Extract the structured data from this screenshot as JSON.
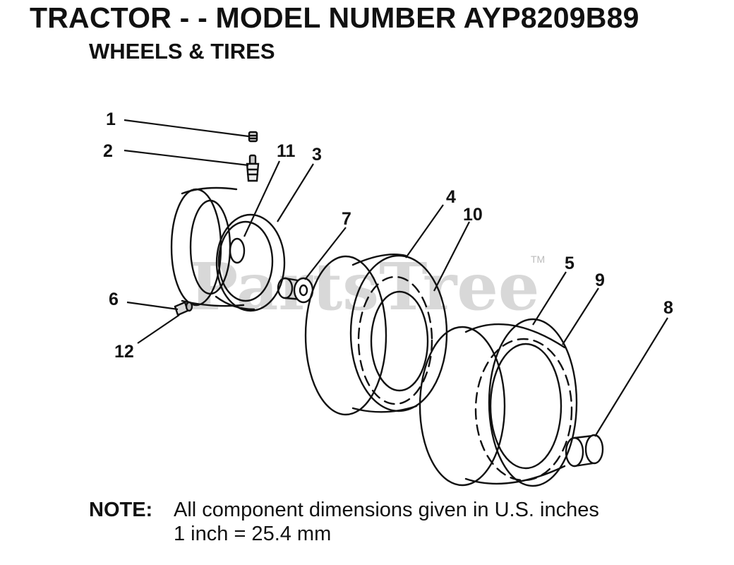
{
  "header": {
    "title": "TRACTOR - - MODEL NUMBER AYP8209B89",
    "subtitle": "WHEELS & TIRES"
  },
  "watermark": {
    "text": "PartsTree",
    "trademark": "TM"
  },
  "callouts": {
    "c1": "1",
    "c2": "2",
    "c3": "3",
    "c4": "4",
    "c5": "5",
    "c6": "6",
    "c7": "7",
    "c8": "8",
    "c9": "9",
    "c10": "10",
    "c11": "11",
    "c12": "12"
  },
  "note": {
    "label": "NOTE:",
    "line1": "All component dimensions given in U.S. inches",
    "line2": "1 inch = 25.4 mm"
  }
}
